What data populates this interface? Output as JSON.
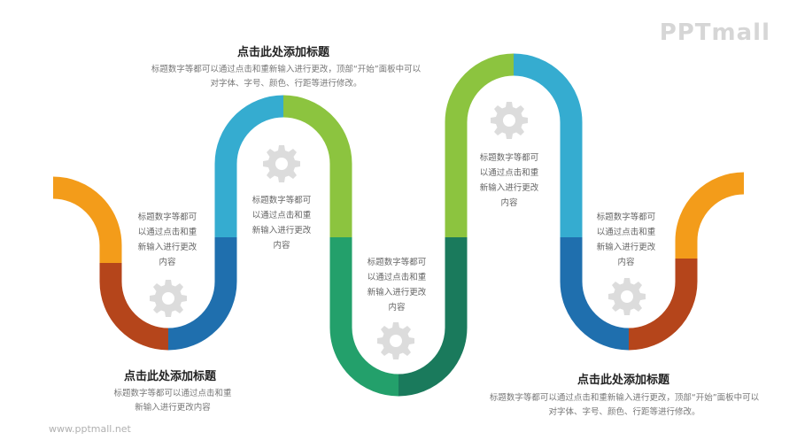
{
  "brand": {
    "logo_text": "PPTmall",
    "url_text": "www.pptmall.net"
  },
  "sections": [
    {
      "title": "点击此处添加标题",
      "desc_lines": [
        "标题数字等都可以通过点击和重新输入进行更改，顶部“开始”面板中可以",
        "对字体、字号、颜色、行距等进行修改。"
      ]
    },
    {
      "title": "点击此处添加标题",
      "desc_lines": [
        "标题数字等都可以通过点击和重",
        "新输入进行更改内容"
      ]
    },
    {
      "title": "点击此处添加标题",
      "desc_lines": [
        "标题数字等都可以通过点击和重新输入进行更改，顶部“开始”面板中可以",
        "对字体、字号、颜色、行距等进行修改。"
      ]
    }
  ],
  "steps": [
    {
      "lines": [
        "标题数字等都可",
        "以通过点击和重",
        "新输入进行更改",
        "内容"
      ]
    },
    {
      "lines": [
        "标题数字等都可",
        "以通过点击和重",
        "新输入进行更改",
        "内容"
      ]
    },
    {
      "lines": [
        "标题数字等都可",
        "以通过点击和重",
        "新输入进行更改",
        "内容"
      ]
    },
    {
      "lines": [
        "标题数字等都可",
        "以通过点击和重",
        "新输入进行更改",
        "内容"
      ]
    },
    {
      "lines": [
        "标题数字等都可",
        "以通过点击和重",
        "新输入进行更改",
        "内容"
      ]
    }
  ],
  "colors": {
    "orange": "#f39c1a",
    "rust": "#b5451b",
    "blue": "#1f6fae",
    "sky": "#35acd0",
    "lime": "#8cc43f",
    "green": "#23a06b",
    "teal": "#1a7a5c",
    "gear": "#dcdcdc"
  },
  "icons": [
    "gear-icon",
    "gear-icon",
    "gear-icon",
    "gear-icon",
    "gear-icon"
  ]
}
